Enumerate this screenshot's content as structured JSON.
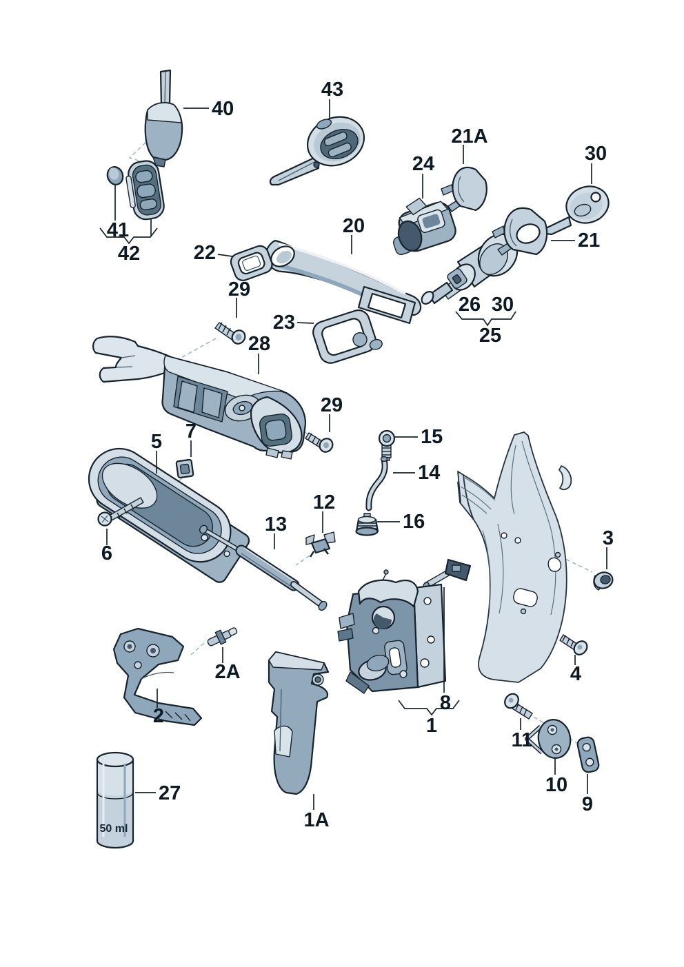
{
  "diagram": {
    "kind": "exploded-parts-diagram",
    "background": "#ffffff"
  },
  "palette": {
    "outline": "#16222c",
    "light": "#d9e3ea",
    "lighter": "#edf1f5",
    "mid": "#9db2c2",
    "mid2": "#c3d2dd",
    "dark": "#5d7689",
    "darker": "#44596b",
    "panel": "#d6e0e8",
    "leader_dashed": "#9db6c6",
    "label_color": "#0d1a24"
  },
  "can": {
    "volume": "50 ml"
  },
  "callouts": [
    {
      "text": "40"
    },
    {
      "text": "43"
    },
    {
      "text": "41"
    },
    {
      "text": "42"
    },
    {
      "text": "24"
    },
    {
      "text": "21A"
    },
    {
      "text": "30"
    },
    {
      "text": "21"
    },
    {
      "text": "22"
    },
    {
      "text": "20"
    },
    {
      "text": "29"
    },
    {
      "text": "23"
    },
    {
      "text": "26"
    },
    {
      "text": "30"
    },
    {
      "text": "25"
    },
    {
      "text": "28"
    },
    {
      "text": "29"
    },
    {
      "text": "5"
    },
    {
      "text": "7"
    },
    {
      "text": "15"
    },
    {
      "text": "14"
    },
    {
      "text": "12"
    },
    {
      "text": "16"
    },
    {
      "text": "13"
    },
    {
      "text": "6"
    },
    {
      "text": "3"
    },
    {
      "text": "2A"
    },
    {
      "text": "4"
    },
    {
      "text": "2"
    },
    {
      "text": "8"
    },
    {
      "text": "1"
    },
    {
      "text": "11"
    },
    {
      "text": "10"
    },
    {
      "text": "9"
    },
    {
      "text": "1A"
    },
    {
      "text": "27"
    }
  ]
}
